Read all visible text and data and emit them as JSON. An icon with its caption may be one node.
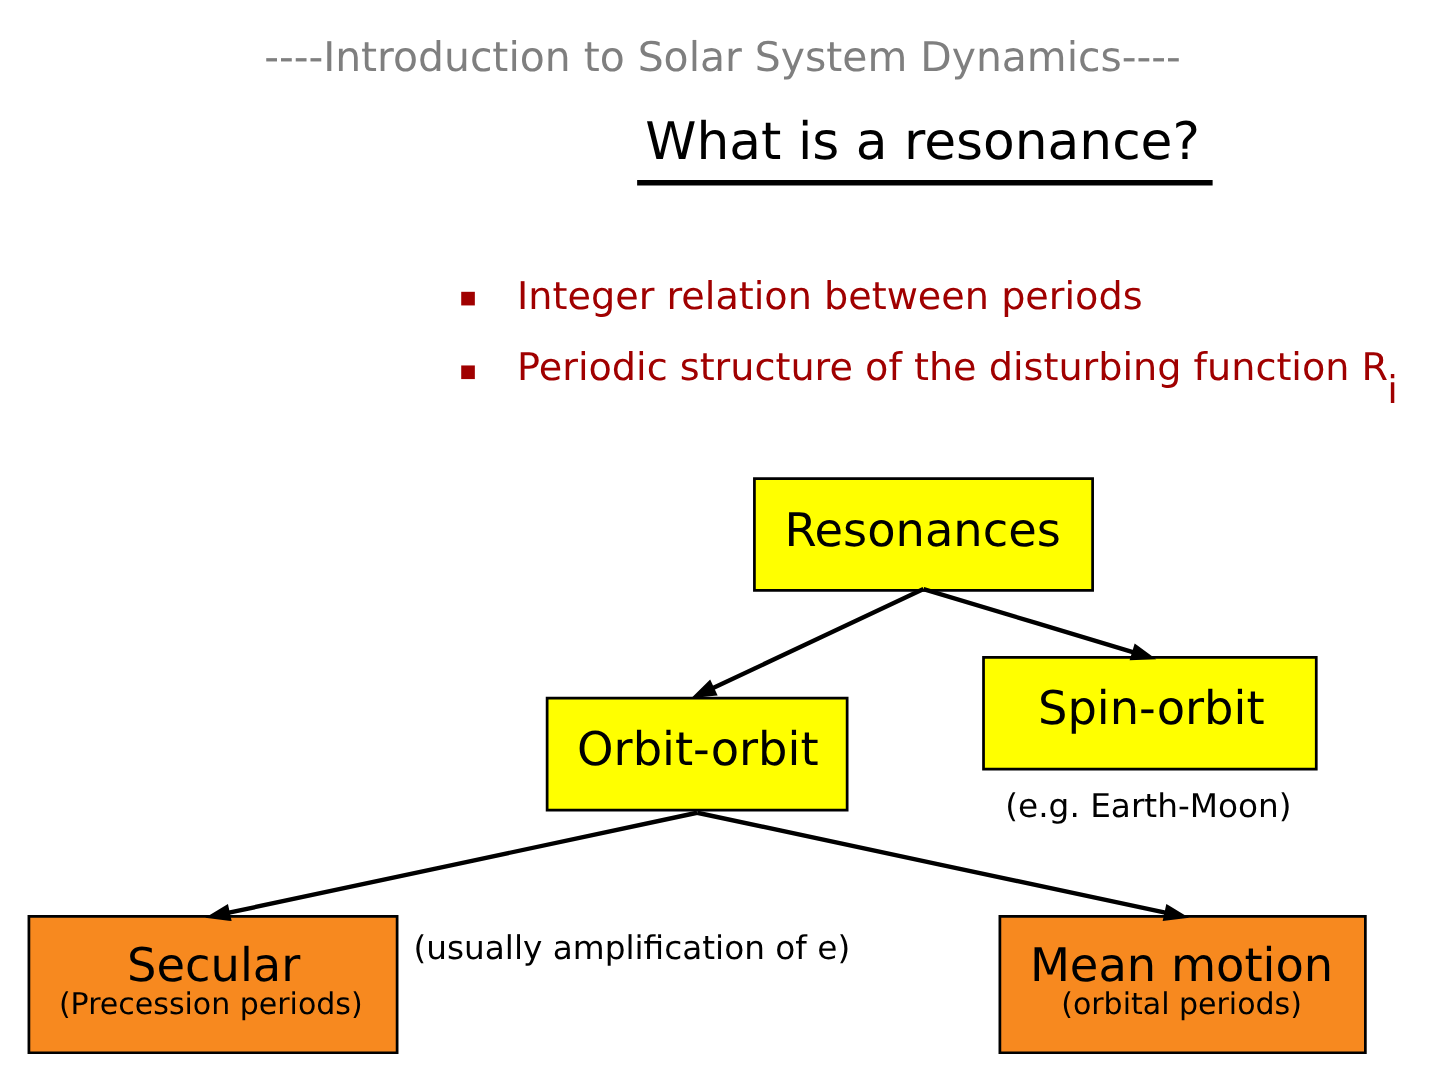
{
  "diagram": {
    "title": "----Introduction to Solar System Dynamics----",
    "nodes": [
      {
        "text": [
          "Resonances"
        ]
      },
      {
        "text": [
          "Orbit-orbit"
        ]
      },
      {
        "text": [
          "Spin-orbit"
        ],
        "beside": [
          "(e.g. Earth-Moon)"
        ]
      },
      {
        "text": [
          "Secular",
          "(Precession periods)"
        ],
        "beside": [
          "(usually amplification of e)"
        ]
      },
      {
        "text": [
          "Mean motion",
          "(orbital periods)"
        ]
      }
    ],
    "edges": [
      {
        "from": 0,
        "to": 1,
        "arrow": "to"
      },
      {
        "from": 0,
        "to": 2,
        "arrow": "to"
      },
      {
        "from": 1,
        "to": 3,
        "arrow": "to"
      },
      {
        "from": 1,
        "to": 4,
        "arrow": "to"
      }
    ],
    "labels": [
      "What is a resonance?",
      "Integer relation between periods",
      "Periodic structure of the disturbing function R$_{i}$"
    ]
  }
}
